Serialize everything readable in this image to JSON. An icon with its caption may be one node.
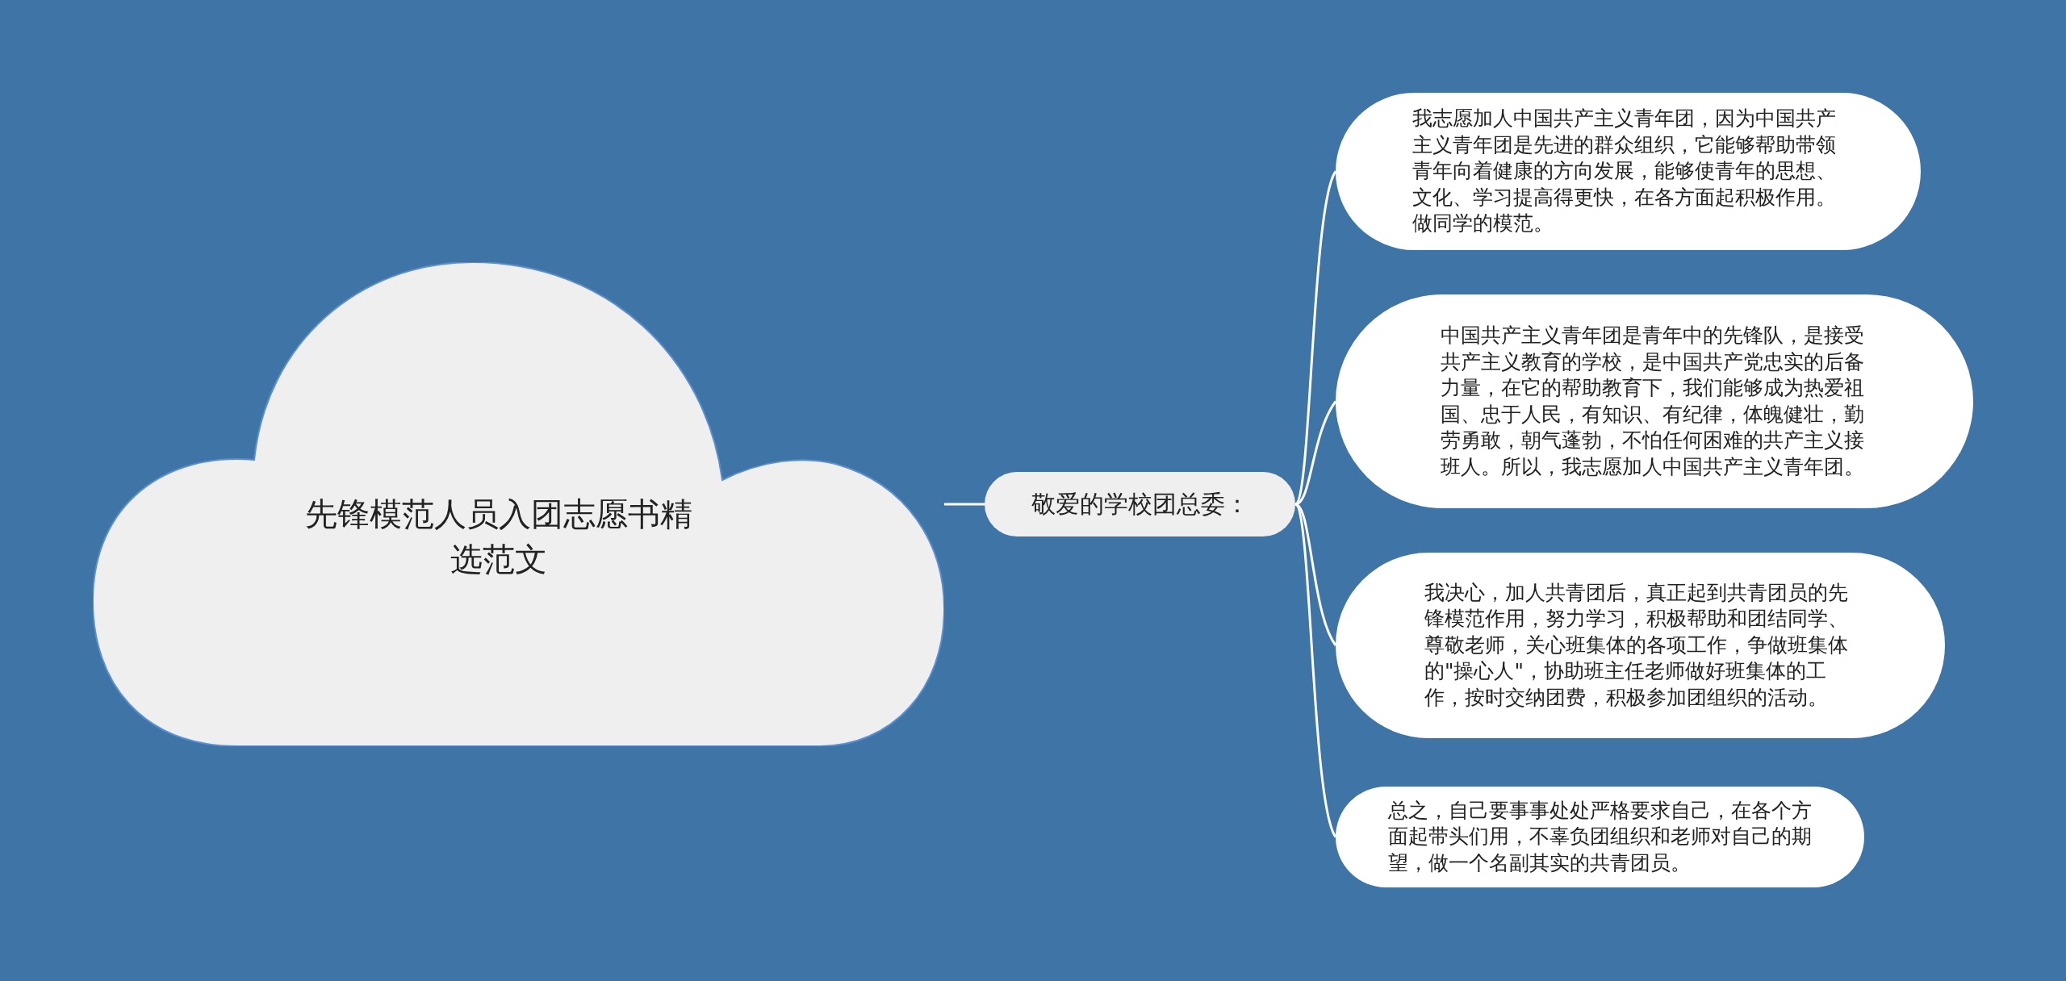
{
  "diagram": {
    "nodes": [
      {
        "text": [
          "先锋模范人员入团志愿书精选范文"
        ]
      },
      {
        "text": [
          "敬爱的学校团总委："
        ]
      },
      {
        "text": [
          "我志愿加人中国共产主义青年团，因为中国共产主义青年团是先进的群众组织，它能够帮助带领青年向着健康的方向发展，能够使青年的思想、文化、学习提高得更快，在各方面起积极作用。做同学的模范。"
        ]
      },
      {
        "text": [
          "中国共产主义青年团是青年中的先锋队，是接受共产主义教育的学校，是中国共产党忠实的后备力量，在它的帮助教育下，我们能够成为热爱祖国、忠于人民，有知识、有纪律，体魄健壮，勤劳勇敢，朝气蓬勃，不怕任何困难的共产主义接班人。所以，我志愿加人中国共产主义青年团。"
        ]
      },
      {
        "text": [
          "我决心，加人共青团后，真正起到共青团员的先锋模范作用，努力学习，积极帮助和团结同学、尊敬老师，关心班集体的各项工作，争做班集体的\"操心人\"，协助班主任老师做好班集体的工作，按时交纳团费，积极参加团组织的活动。"
        ]
      },
      {
        "text": [
          "总之，自己要事事处处严格要求自己，在各个方面起带头们用，不辜负团组织和老师对自己的期望，做一个名副其实的共青团员。"
        ]
      }
    ],
    "edges": [
      {
        "from": 0,
        "to": 1,
        "arrow": "none"
      },
      {
        "from": 1,
        "to": 2,
        "arrow": "none"
      },
      {
        "from": 1,
        "to": 3,
        "arrow": "none"
      },
      {
        "from": 1,
        "to": 4,
        "arrow": "none"
      },
      {
        "from": 1,
        "to": 5,
        "arrow": "none"
      }
    ]
  }
}
